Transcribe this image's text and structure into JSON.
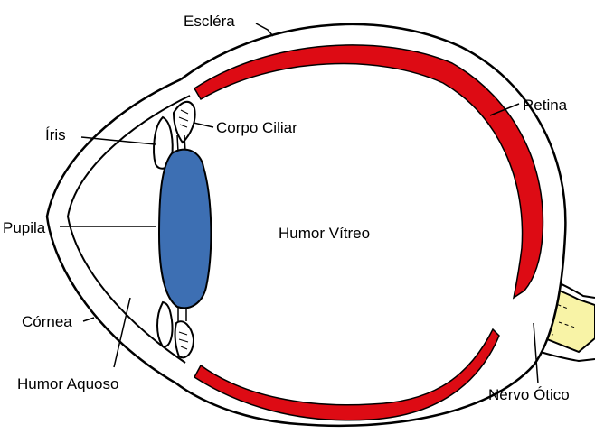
{
  "labels": {
    "sclera": "Escléra",
    "retina": "Retina",
    "iris": "Íris",
    "ciliary_body": "Corpo Ciliar",
    "pupil": "Pupila",
    "vitreous_humor": "Humor Vítreo",
    "cornea": "Córnea",
    "aqueous_humor": "Humor Aquoso",
    "optic_nerve": "Nervo Ótico"
  },
  "colors": {
    "retina": "#dd0b14",
    "lens": "#3d6fb3",
    "optic_nerve": "#f8f3a6",
    "outline": "#000000",
    "background": "#ffffff"
  }
}
